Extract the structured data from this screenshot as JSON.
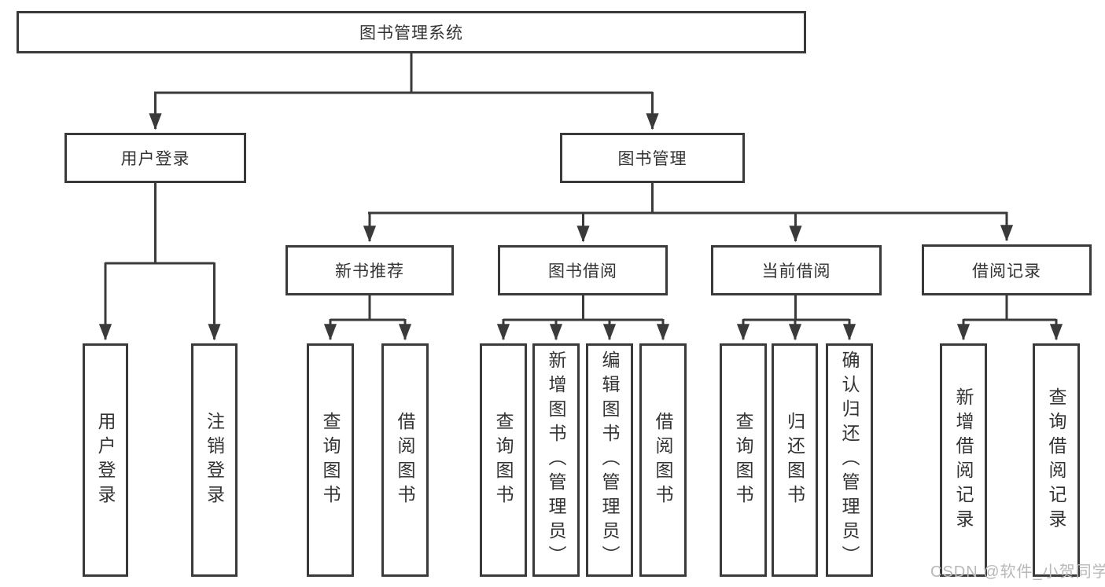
{
  "diagram": {
    "title": "图书管理系统",
    "root": {
      "label": "图书管理系统"
    },
    "level2": [
      {
        "id": "user-login",
        "label": "用户登录"
      },
      {
        "id": "book-management",
        "label": "图书管理"
      }
    ],
    "level3": [
      {
        "id": "new-book-recommendation",
        "parent": "图书管理",
        "label": "新书推荐"
      },
      {
        "id": "book-borrowing",
        "parent": "图书管理",
        "label": "图书借阅"
      },
      {
        "id": "current-borrowing",
        "parent": "图书管理",
        "label": "当前借阅"
      },
      {
        "id": "borrowing-records",
        "parent": "图书管理",
        "label": "借阅记录"
      }
    ],
    "leaves": [
      {
        "parent": "用户登录",
        "label": "用户登录"
      },
      {
        "parent": "用户登录",
        "label": "注销登录"
      },
      {
        "parent": "新书推荐",
        "label": "查询图书"
      },
      {
        "parent": "新书推荐",
        "label": "借阅图书"
      },
      {
        "parent": "图书借阅",
        "label": "查询图书"
      },
      {
        "parent": "图书借阅",
        "label": "新增图书（管理员）"
      },
      {
        "parent": "图书借阅",
        "label": "编辑图书（管理员）"
      },
      {
        "parent": "图书借阅",
        "label": "借阅图书"
      },
      {
        "parent": "当前借阅",
        "label": "查询图书"
      },
      {
        "parent": "当前借阅",
        "label": "归还图书"
      },
      {
        "parent": "当前借阅",
        "label": "确认归还（管理员）"
      },
      {
        "parent": "借阅记录",
        "label": "新增借阅记录"
      },
      {
        "parent": "借阅记录",
        "label": "查询借阅记录"
      }
    ],
    "watermark": "CSDN @软件_小贺同学",
    "colors": {
      "line": "#3a3a3a",
      "box_border": "#3a3a3a",
      "box_fill": "#ffffff",
      "text": "#333333",
      "watermark": "#b8b8b8",
      "background": "#ffffff"
    }
  }
}
